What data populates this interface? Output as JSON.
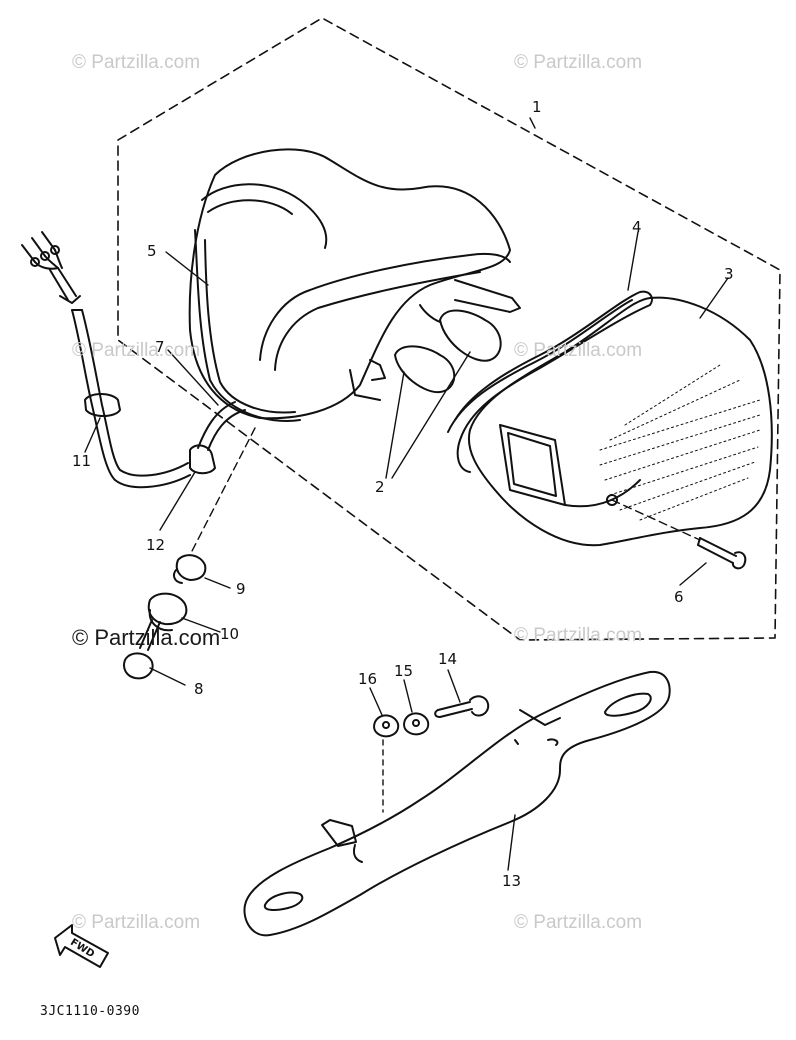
{
  "watermarks": [
    "© Partzilla.com",
    "© Partzilla.com",
    "© Partzilla.com",
    "© Partzilla.com",
    "© Partzilla.com",
    "© Partzilla.com",
    "© Partzilla.com",
    "© Partzilla.com"
  ],
  "callouts": {
    "c1": "1",
    "c2": "2",
    "c3": "3",
    "c4": "4",
    "c5": "5",
    "c6": "6",
    "c7": "7",
    "c8": "8",
    "c9": "9",
    "c10": "10",
    "c11": "11",
    "c12": "12",
    "c13": "13",
    "c14": "14",
    "c15": "15",
    "c16": "16"
  },
  "fwd_label": "FWD",
  "diagram_code": "3JC1110-0390"
}
